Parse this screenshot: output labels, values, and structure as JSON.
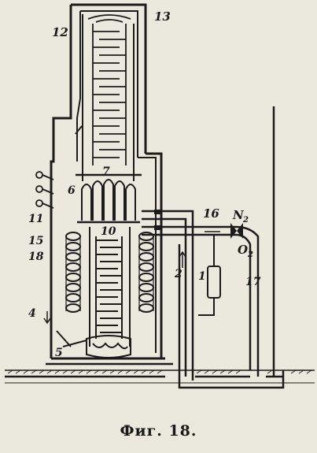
{
  "caption": "Фиг. 18.",
  "labels": {
    "l1": "1",
    "l2": "2",
    "l4": "4",
    "l5": "5",
    "l6": "6",
    "l7": "7",
    "l10": "10",
    "l11": "11",
    "l12": "12",
    "l13": "13",
    "l15": "15",
    "l16": "16",
    "l17": "17",
    "l18": "18",
    "n2": "N",
    "n2sub": "2",
    "o2": "O",
    "o2sub": "2"
  }
}
